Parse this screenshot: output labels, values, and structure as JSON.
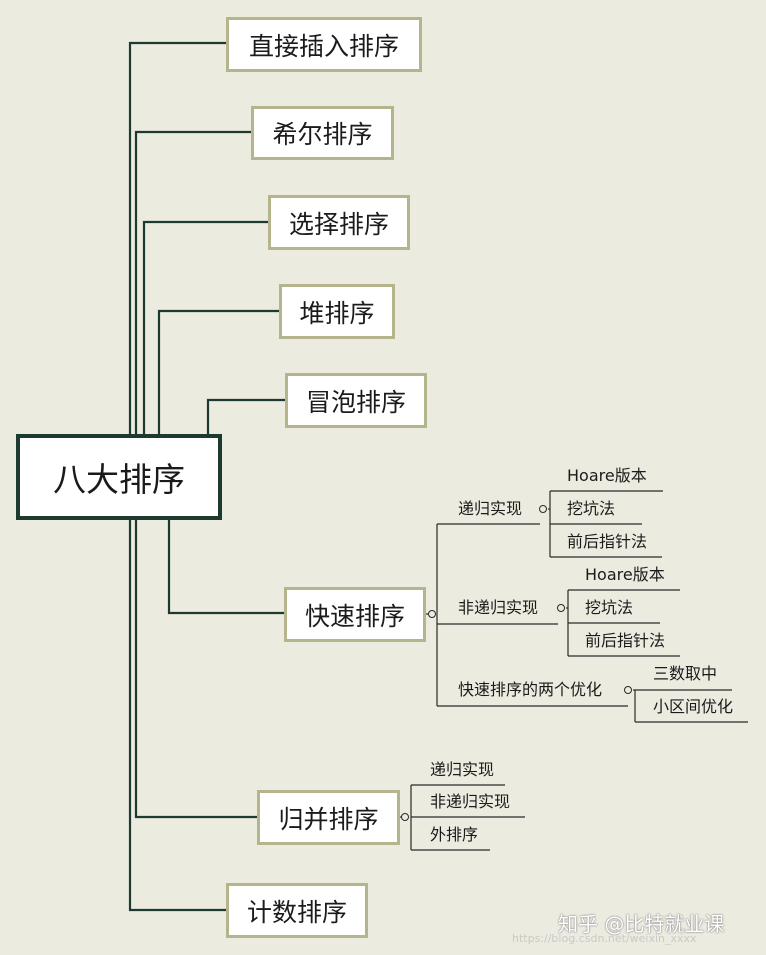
{
  "root": {
    "label": "八大排序"
  },
  "branches": [
    {
      "label": "直接插入排序"
    },
    {
      "label": "希尔排序"
    },
    {
      "label": "选择排序"
    },
    {
      "label": "堆排序"
    },
    {
      "label": "冒泡排序"
    },
    {
      "label": "快速排序"
    },
    {
      "label": "归并排序"
    },
    {
      "label": "计数排序"
    }
  ],
  "quick_sort": {
    "recursive": {
      "label": "递归实现",
      "items": [
        "Hoare版本",
        "挖坑法",
        "前后指针法"
      ]
    },
    "non_recursive": {
      "label": "非递归实现",
      "items": [
        "Hoare版本",
        "挖坑法",
        "前后指针法"
      ]
    },
    "optimizations": {
      "label": "快速排序的两个优化",
      "items": [
        "三数取中",
        "小区间优化"
      ]
    }
  },
  "merge_sort": {
    "items": [
      "递归实现",
      "非递归实现",
      "外排序"
    ]
  },
  "watermark": {
    "text": "知乎 @比特就业课",
    "url": "https://blog.csdn.net/weixin_xxxx"
  },
  "colors": {
    "background": "#ecebe0",
    "line": "#1d3a31",
    "box_border": "#b6b48d",
    "root_border": "#1d3a31"
  }
}
